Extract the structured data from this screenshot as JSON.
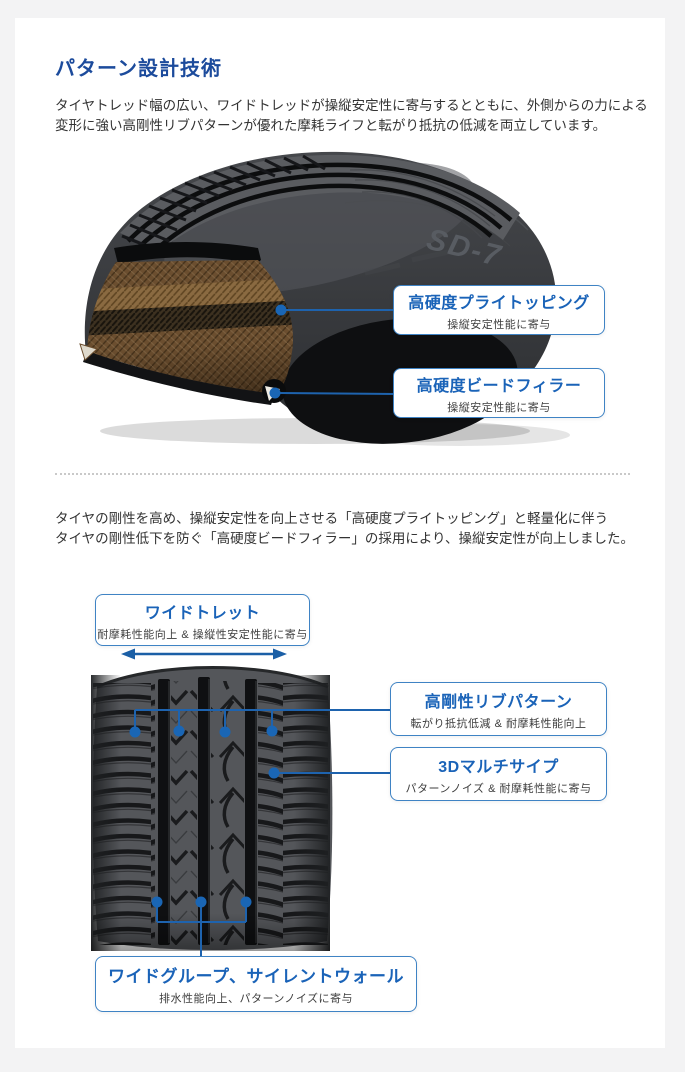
{
  "header": {
    "title": "パターン設計技術"
  },
  "intro": {
    "line1": "タイヤトレッド幅の広い、ワイドトレッドが操縦安定性に寄与するとともに、外側からの力による",
    "line2": "変形に強い高剛性リブパターンが優れた摩耗ライフと転がり抵抗の低減を両立しています。"
  },
  "middle": {
    "line1": "タイヤの剛性を高め、操縦安定性を向上させる「高硬度プライトッピング」と軽量化に伴う",
    "line2": "タイヤの剛性低下を防ぐ「高硬度ビードフィラー」の採用により、操縦安定性が向上しました。"
  },
  "tire": {
    "sidewall_label": "SD-7"
  },
  "callouts": {
    "ply": {
      "title": "高硬度プライトッピング",
      "subtitle": "操縦安定性能に寄与"
    },
    "bead": {
      "title": "高硬度ビードフィラー",
      "subtitle": "操縦安定性能に寄与"
    },
    "wide": {
      "title": "ワイドトレット",
      "subtitle": "耐摩耗性能向上 & 操縦性安定性能に寄与"
    },
    "rib": {
      "title": "高剛性リブパターン",
      "subtitle": "転がり抵抗低減 & 耐摩耗性能向上"
    },
    "sipe": {
      "title": "3Dマルチサイプ",
      "subtitle": "パターンノイズ & 耐摩耗性能に寄与"
    },
    "groove": {
      "title": "ワイドグループ、サイレントウォール",
      "subtitle": "排水性能向上、パターンノイズに寄与"
    }
  },
  "colors": {
    "heading_blue": "#1c4b9c",
    "callout_title_blue": "#1a63b8",
    "callout_border_blue": "#3f83c4",
    "connector_blue": "#1e63ae",
    "marker_dot_blue": "#1a66b5",
    "body_text": "#333333",
    "page_background": "#f3f3f4",
    "tread_gray": "#55575b",
    "groove_black": "#0f1012",
    "carcass_brown": "#6b4e2f"
  }
}
